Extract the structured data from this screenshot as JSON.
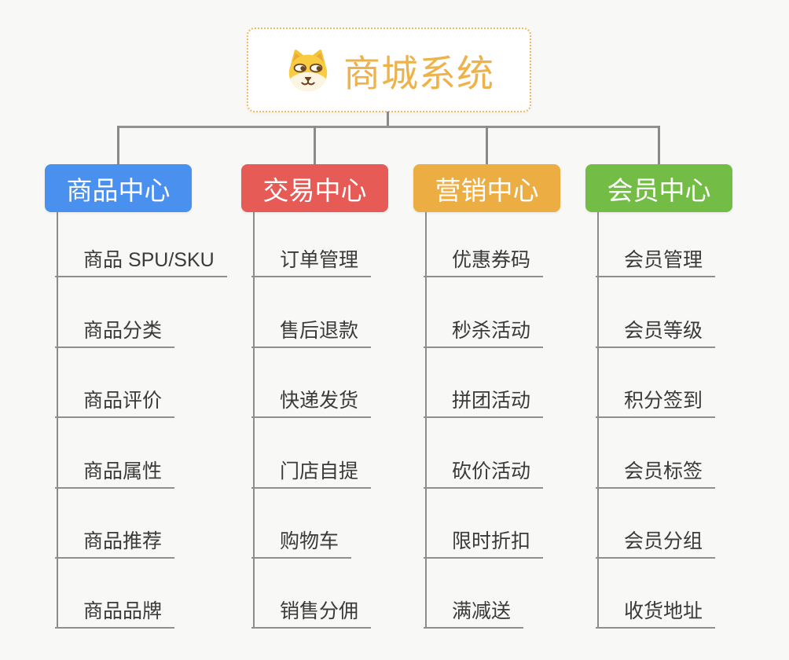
{
  "root": {
    "label": "商城系统",
    "icon": "dog-face-icon",
    "text_color": "#EEB24A",
    "border_color": "#F2B863"
  },
  "connector_color": "#8A8A8A",
  "branches": [
    {
      "id": "product-center",
      "label": "商品中心",
      "color": "#4990EF",
      "children": [
        "商品 SPU/SKU",
        "商品分类",
        "商品评价",
        "商品属性",
        "商品推荐",
        "商品品牌"
      ]
    },
    {
      "id": "trade-center",
      "label": "交易中心",
      "color": "#E65B55",
      "children": [
        "订单管理",
        "售后退款",
        "快递发货",
        "门店自提",
        "购物车",
        "销售分佣"
      ]
    },
    {
      "id": "marketing-center",
      "label": "营销中心",
      "color": "#ECAD43",
      "children": [
        "优惠券码",
        "秒杀活动",
        "拼团活动",
        "砍价活动",
        "限时折扣",
        "满减送"
      ]
    },
    {
      "id": "member-center",
      "label": "会员中心",
      "color": "#73BD46",
      "children": [
        "会员管理",
        "会员等级",
        "积分签到",
        "会员标签",
        "会员分组",
        "收货地址"
      ]
    }
  ]
}
